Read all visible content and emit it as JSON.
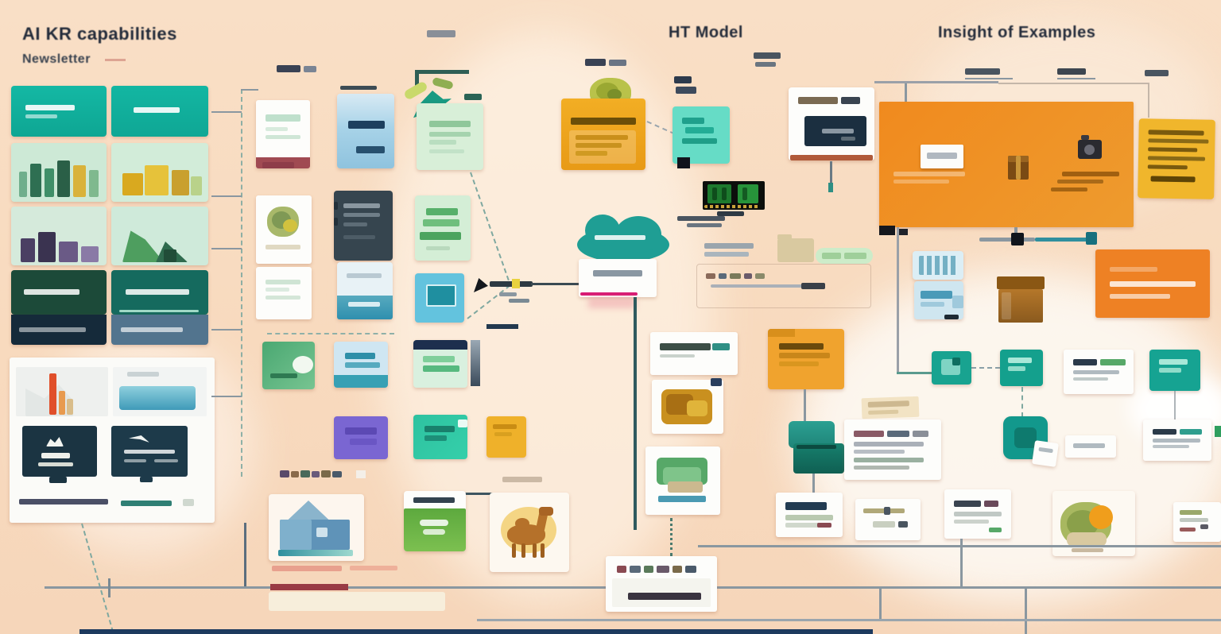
{
  "page": {
    "type": "process-infographic-board",
    "background": "#f8dcc2",
    "bottom_bar_color": "#1d3a5e"
  },
  "titles": {
    "left": "AI KR capabilities",
    "left_sub": "Newsletter",
    "center": "HT Model",
    "right": "Insight of Examples"
  },
  "palette": {
    "teal_bright": "#12b3a0",
    "teal_node": "#16a392",
    "teal_cloud": "#1f9e94",
    "mint_card": "#d2ecd9",
    "dark_green": "#1c4a39",
    "navy": "#152a3a",
    "slate_card": "#36454f",
    "amber_folder": "#eda41f",
    "orange_panel": "#f08a1e",
    "orange_note": "#ee8124",
    "sticky_yellow": "#f0b62c",
    "purple_card": "#7a66d2",
    "blue_card": "#a8d3e8",
    "aqua_card": "#66dcc6",
    "maroon_accent": "#993a44",
    "magenta_accent": "#d81b74",
    "connector_gray": "#8a97a0",
    "connector_teal": "#2f8f9e"
  },
  "sections": {
    "left_gallery": {
      "cards": [
        "teal-header-card-1",
        "teal-header-card-2",
        "skyline-chart-card-1",
        "gold-boxes-card",
        "purple-skyline-card",
        "green-hill-card",
        "dark-green-text-card",
        "teal-text-card"
      ]
    },
    "left_stats_panel": {
      "tiles": [
        "bar-chart-thumb",
        "area-chart-thumb",
        "dark-monitor-tile-1",
        "dark-monitor-tile-2"
      ]
    },
    "process_grid": {
      "cards": [
        "doc-card-red-footer",
        "blue-banner-card",
        "mint-list-card",
        "blob-image-card",
        "dark-code-card",
        "green-steps-card",
        "mint-doc-card",
        "blue-wave-card",
        "browser-card",
        "green-gradient-card",
        "blue-list-card",
        "mint-header-card",
        "purple-card",
        "teal-green-card",
        "amber-small-card"
      ]
    },
    "center_flow": {
      "nodes": [
        "amber-folder-node",
        "olive-blob-icon",
        "aqua-code-node",
        "memory-chip-icon",
        "teal-cloud-node",
        "qa-white-card",
        "pen-tool-icon",
        "orange-task-node",
        "teal-stamp-node",
        "result-card"
      ]
    },
    "bottom_row": {
      "nodes": [
        "house-illustration-card",
        "green-form-card",
        "camel-illustration-card",
        "note-card-bottom"
      ]
    },
    "qa_column": {
      "nodes": [
        "terminal-card",
        "tan-folder-icon",
        "green-pill-badge",
        "gold-image-card",
        "green-image-card",
        "title-strip-card"
      ]
    },
    "right_showcase": {
      "nodes": [
        "orange-hero-panel",
        "package-icon",
        "camera-icon",
        "yellow-sticky-note",
        "slider-control",
        "keypad-card",
        "wallet-card",
        "bronze-box-icon",
        "orange-quote-card",
        "teal-node-1",
        "teal-node-2",
        "list-card-small",
        "teal-node-3",
        "detail-card-left",
        "teal-round-node",
        "flat-card",
        "detail-card-right",
        "meadow-illustration-card",
        "mini-card-1",
        "mini-card-2",
        "mini-card-3"
      ]
    }
  }
}
